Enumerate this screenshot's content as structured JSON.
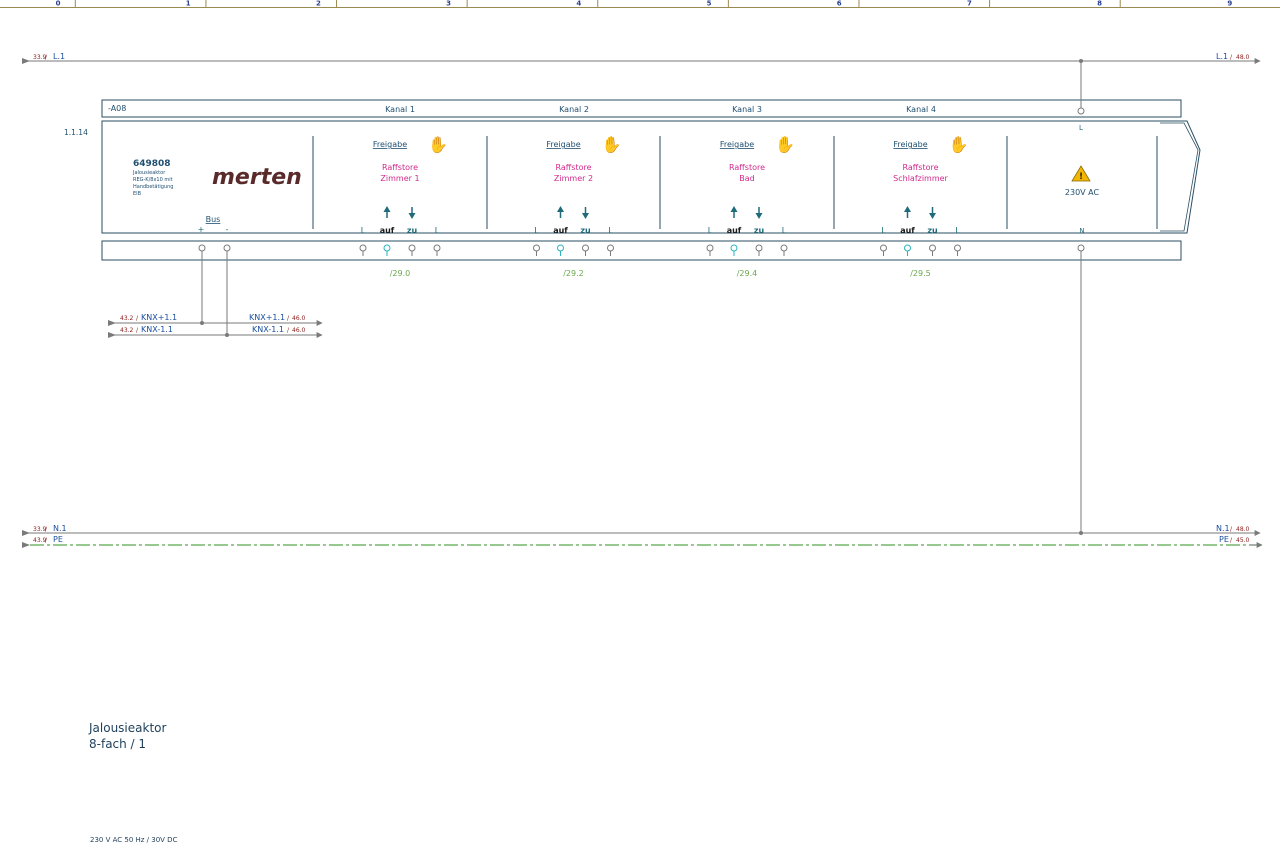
{
  "columns": [
    "0",
    "1",
    "2",
    "3",
    "4",
    "5",
    "6",
    "7",
    "8",
    "9"
  ],
  "rails": {
    "l1": {
      "ref_in": "33.9",
      "name_in": "L.1",
      "name_out": "L.1",
      "ref_out": "48.0"
    },
    "n1": {
      "ref_in": "33.9",
      "name_in": "N.1",
      "name_out": "N.1",
      "ref_out": "48.0"
    },
    "pe": {
      "ref_in": "43.9",
      "name_in": "PE",
      "name_out": "PE",
      "ref_out": "45.0"
    }
  },
  "device": {
    "tag": "-A08",
    "address": "1.1.14",
    "article": "649808",
    "description": [
      "Jalousieaktor",
      "REG-K/8x10 mit",
      "Handbetätigung",
      "EIB"
    ],
    "brand": "merten",
    "bus_label": "Bus",
    "bus_plus": "+",
    "bus_minus": "-",
    "supply_terminal_top": "L",
    "supply_terminal_bottom": "N",
    "voltage": "230V AC",
    "channels": [
      {
        "name": "Kanal 1",
        "release": "Freigabe",
        "type": "Raffstore",
        "room": "Zimmer 1",
        "ref": "/29.0"
      },
      {
        "name": "Kanal 2",
        "release": "Freigabe",
        "type": "Raffstore",
        "room": "Zimmer 2",
        "ref": "/29.2"
      },
      {
        "name": "Kanal 3",
        "release": "Freigabe",
        "type": "Raffstore",
        "room": "Bad",
        "ref": "/29.4"
      },
      {
        "name": "Kanal 4",
        "release": "Freigabe",
        "type": "Raffstore",
        "room": "Schlafzimmer",
        "ref": "/29.5"
      }
    ],
    "terminal_labels": {
      "l": "L",
      "up": "auf",
      "down": "zu"
    }
  },
  "knx": {
    "plus": {
      "ref_in": "43.2",
      "name_in": "KNX+1.1",
      "name_out": "KNX+1.1",
      "ref_out": "46.0"
    },
    "minus": {
      "ref_in": "43.2",
      "name_in": "KNX-1.1",
      "name_out": "KNX-1.1",
      "ref_out": "46.0"
    }
  },
  "footer": {
    "title_line1": "Jalousieaktor",
    "title_line2": "8-fach / 1",
    "rating": "230 V AC 50 Hz / 30V DC"
  },
  "colors": {
    "frame": "#2a4f63",
    "teal": "#1f6b7a",
    "wire": "#7a7a7a",
    "blue_text": "#1a4fa0",
    "magenta": "#d02a8c",
    "green": "#6aa84f",
    "ref_red": "#8b1a1a",
    "teal_circle": "#2bb3c0",
    "pe_green": "#58a84c",
    "warning_yellow": "#f2b705"
  }
}
